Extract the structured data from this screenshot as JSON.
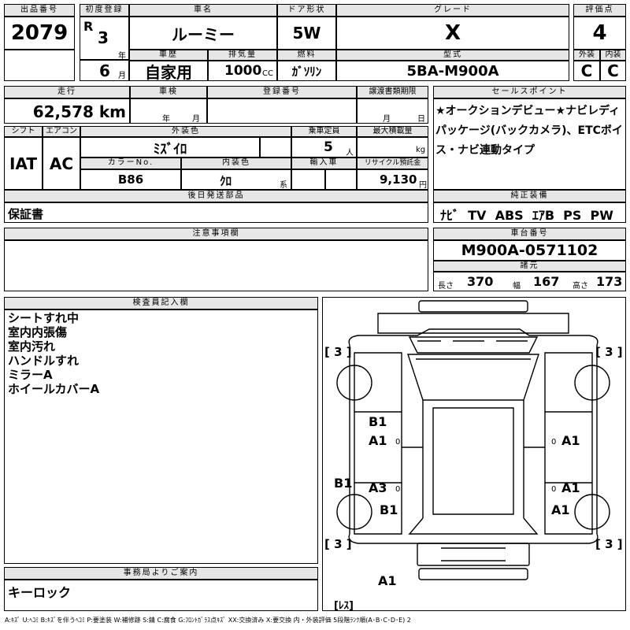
{
  "top": {
    "lot_label": "出品番号",
    "lot": "2079",
    "first_reg_label": "初度登録",
    "era": "R",
    "reg_year": "3",
    "year_unit": "年",
    "reg_month": "6",
    "month_unit": "月",
    "car_name_label": "車名",
    "car_name": "ルーミー",
    "door_label": "ドア形状",
    "door": "5W",
    "grade_label": "グレード",
    "grade": "X",
    "score_label": "評価点",
    "score": "4",
    "history_label": "車歴",
    "history": "自家用",
    "displacement_label": "排気量",
    "displacement": "1000",
    "cc": "CC",
    "fuel_label": "燃料",
    "fuel": "ｶﾞｿﾘﾝ",
    "model_label": "型式",
    "model": "5BA-M900A",
    "ext_label": "外装",
    "ext": "C",
    "int_label": "内装",
    "int": "C"
  },
  "row2": {
    "mileage_label": "走行",
    "mileage": "62,578 km",
    "inspection_label": "車検",
    "insp_year_unit": "年",
    "insp_month_unit": "月",
    "plate_label": "登録番号",
    "transfer_label": "譲渡書類期限",
    "tr_month_unit": "月",
    "tr_day_unit": "日",
    "sales_label": "セールスポイント",
    "sales_text": "★オークションデビュー★ナビレディパッケージ(バックカメラ)、ETCボイス・ナビ連動タイプ"
  },
  "row3": {
    "shift_label": "シフト",
    "shift": "IAT",
    "ac_label": "エアコン",
    "ac": "AC",
    "color_label": "外装色",
    "color": "ﾐｽﾞｲﾛ",
    "seats_label": "乗車定員",
    "seats": "5",
    "seats_unit": "人",
    "load_label": "最大積載量",
    "load_unit": "kg",
    "color_no_label": "カラーNo.",
    "color_no": "B86",
    "int_color_label": "内装色",
    "int_color": "ｸﾛ",
    "int_color_unit": "系",
    "import_label": "輸入車",
    "recycle_label": "リサイクル預託金",
    "recycle": "9,130",
    "recycle_unit": "円"
  },
  "later": {
    "label": "後日発送部品",
    "value": "保証書"
  },
  "equip": {
    "label": "純正装備",
    "value": "ﾅﾋﾞ  TV  ABS  ｴｱB  PS  PW"
  },
  "notes": {
    "label": "注意事項欄"
  },
  "chassis": {
    "label": "車台番号",
    "value": "M900A-0571102"
  },
  "dims": {
    "label": "諸元",
    "len_label": "長さ",
    "len": "370",
    "wid_label": "幅",
    "wid": "167",
    "hgt_label": "高さ",
    "hgt": "173"
  },
  "inspector": {
    "label": "検査員記入欄",
    "lines": [
      "シートすれ中",
      "室内内張傷",
      "室内汚れ",
      "ハンドルすれ",
      "ミラーA",
      "ホイールカバーA"
    ]
  },
  "office": {
    "label": "事務局よりご案内",
    "value": "キーロック"
  },
  "diagram": {
    "tire_fl": "[ 3 ]",
    "tire_fr": "[ 3 ]",
    "tire_rl": "[ 3 ]",
    "tire_rr": "[ 3 ]",
    "m_b1_a": "B1",
    "m_a1_a": "A1",
    "m_a1_r1": "A1",
    "m_b1_left": "B1",
    "m_a3": "A3",
    "m_a1_r2": "A1",
    "m_b1_b": "B1",
    "m_a1_r3": "A1",
    "m_a1_bottom": "A1",
    "les": "[ﾚｽ]",
    "zero1": "0",
    "zero2": "0",
    "zero3": "0",
    "zero4": "0"
  },
  "footer": "A:ｷｽﾞ U:ﾍｺﾐ B:ｷｽﾞを伴うﾍｺﾐ P:要塗装 W:補修跡 S:錆 C:腐食 G:ﾌﾛﾝﾄｶﾞﾗｽ点ｷｽﾞ XX:交換済み X:要交換  内・外装評価 5段階ﾗﾝｸ順(A･B･C･D･E) 2"
}
